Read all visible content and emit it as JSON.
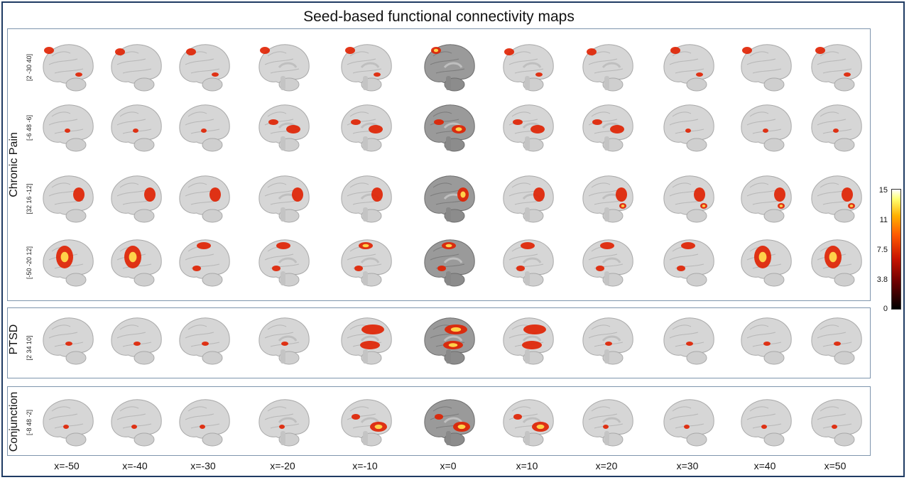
{
  "title": "Seed-based functional connectivity maps",
  "groups": {
    "chronic_pain": "Chronic Pain",
    "ptsd": "PTSD",
    "conjunction": "Conjunction"
  },
  "seeds": {
    "cp1": "[2 -30 40]",
    "cp2": "[-6 48 -6]",
    "cp3": "[32 16 -12]",
    "cp4": "[-50 -20 12]",
    "ptsd": "[2 34 10]",
    "conj": "[-8 48 -2]"
  },
  "x_positions": [
    "x=-50",
    "x=-40",
    "x=-30",
    "x=-20",
    "x=-10",
    "x=0",
    "x=10",
    "x=20",
    "x=30",
    "x=40",
    "x=50"
  ],
  "colorbar": {
    "ticks": [
      "15",
      "11",
      "7.5",
      "3.8",
      "0"
    ],
    "min": 0,
    "max": 15,
    "colors": [
      "#000000",
      "#6a0000",
      "#c81400",
      "#ff5a00",
      "#ffb000",
      "#ffff70",
      "#ffffff"
    ]
  }
}
